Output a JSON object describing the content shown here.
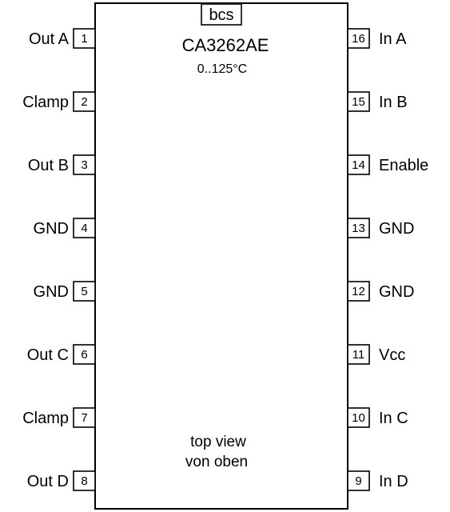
{
  "chip": {
    "logo": "bcs",
    "part_number": "CA3262AE",
    "temp_range": "0..125°C",
    "view_line1": "top view",
    "view_line2": "von oben"
  },
  "pins_left": [
    {
      "num": "1",
      "label": "Out A"
    },
    {
      "num": "2",
      "label": "Clamp"
    },
    {
      "num": "3",
      "label": "Out B"
    },
    {
      "num": "4",
      "label": "GND"
    },
    {
      "num": "5",
      "label": "GND"
    },
    {
      "num": "6",
      "label": "Out C"
    },
    {
      "num": "7",
      "label": "Clamp"
    },
    {
      "num": "8",
      "label": "Out D"
    }
  ],
  "pins_right": [
    {
      "num": "16",
      "label": "In A"
    },
    {
      "num": "15",
      "label": "In B"
    },
    {
      "num": "14",
      "label": "Enable"
    },
    {
      "num": "13",
      "label": "GND"
    },
    {
      "num": "12",
      "label": "GND"
    },
    {
      "num": "11",
      "label": "Vcc"
    },
    {
      "num": "10",
      "label": "In C"
    },
    {
      "num": "9",
      "label": "In D"
    }
  ]
}
